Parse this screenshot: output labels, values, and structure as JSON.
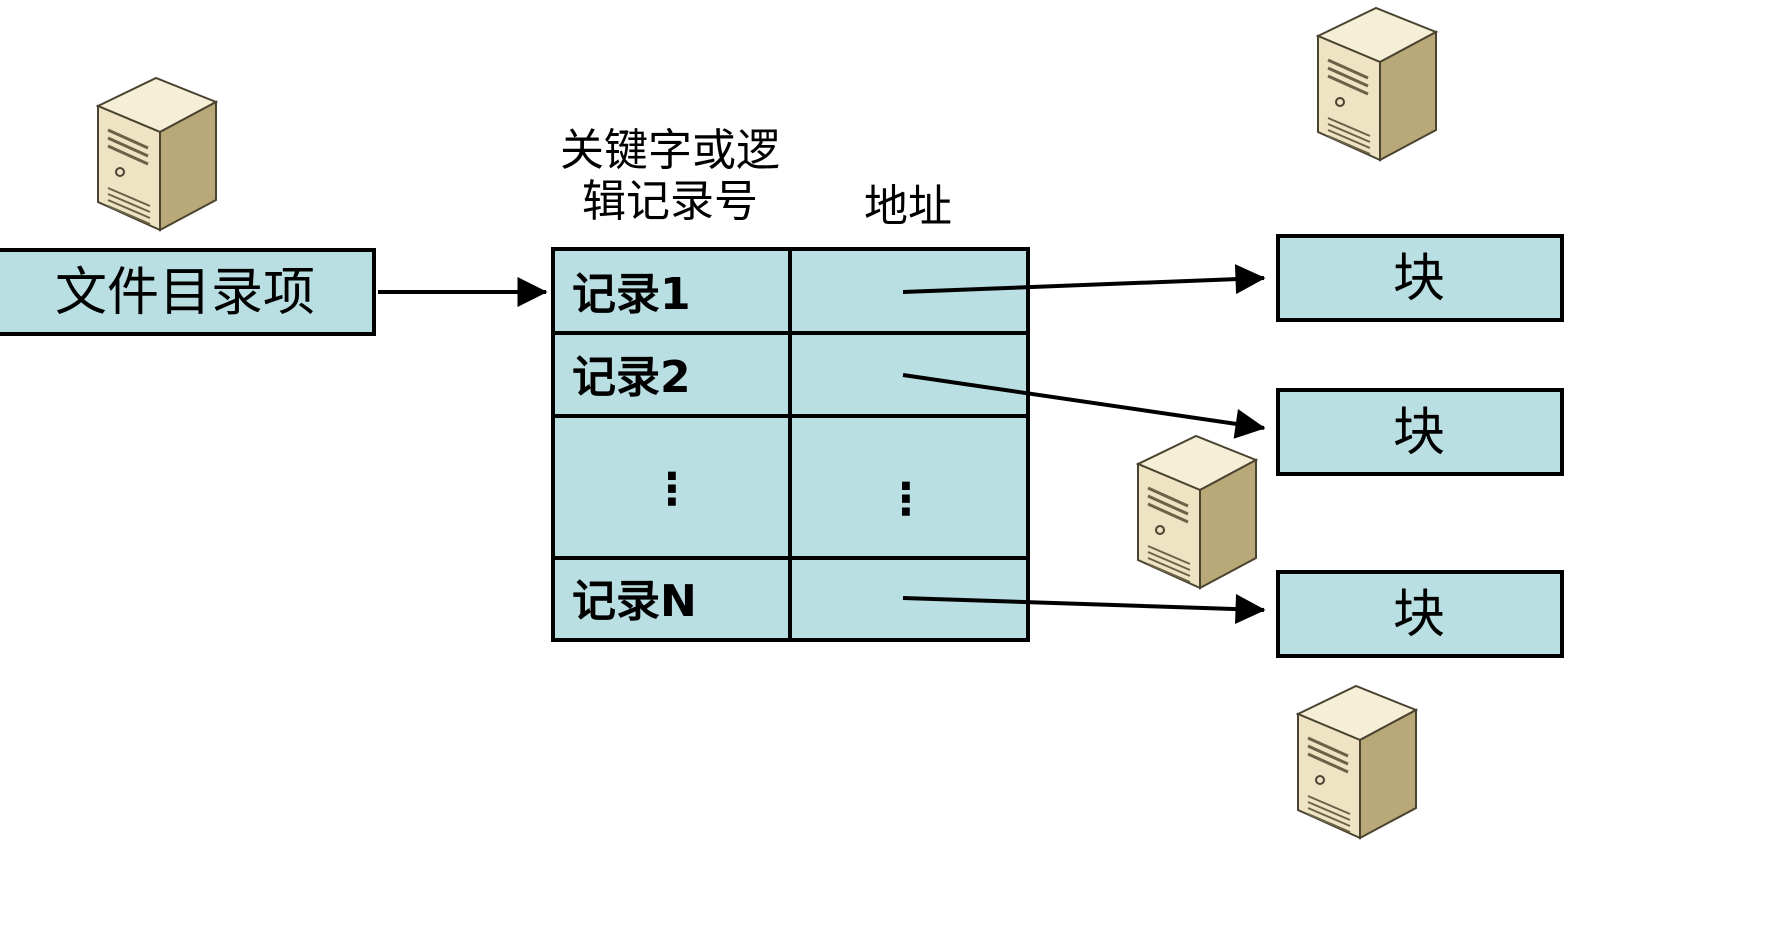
{
  "top_title_fragment": "",
  "directory_entry": {
    "label": "文件目录项"
  },
  "index_table": {
    "header_key_line1": "关键字或逻",
    "header_key_line2": "辑记录号",
    "header_address": "地址",
    "rows": [
      {
        "record": "记录1",
        "address": ""
      },
      {
        "record": "记录2",
        "address": ""
      },
      {
        "record": "⋮",
        "address": "⋮"
      },
      {
        "record": "记录N",
        "address": ""
      }
    ]
  },
  "blocks": [
    {
      "label": "块"
    },
    {
      "label": "块"
    },
    {
      "label": "块"
    }
  ],
  "servers": [
    {
      "icon": "server-icon"
    },
    {
      "icon": "server-icon"
    },
    {
      "icon": "server-icon"
    },
    {
      "icon": "server-icon"
    }
  ],
  "colors": {
    "box_fill": "#b9dfe3",
    "stroke": "#000000",
    "server_front": "#efe6c8",
    "server_side": "#b8a77a",
    "server_top": "#f7f0da"
  }
}
